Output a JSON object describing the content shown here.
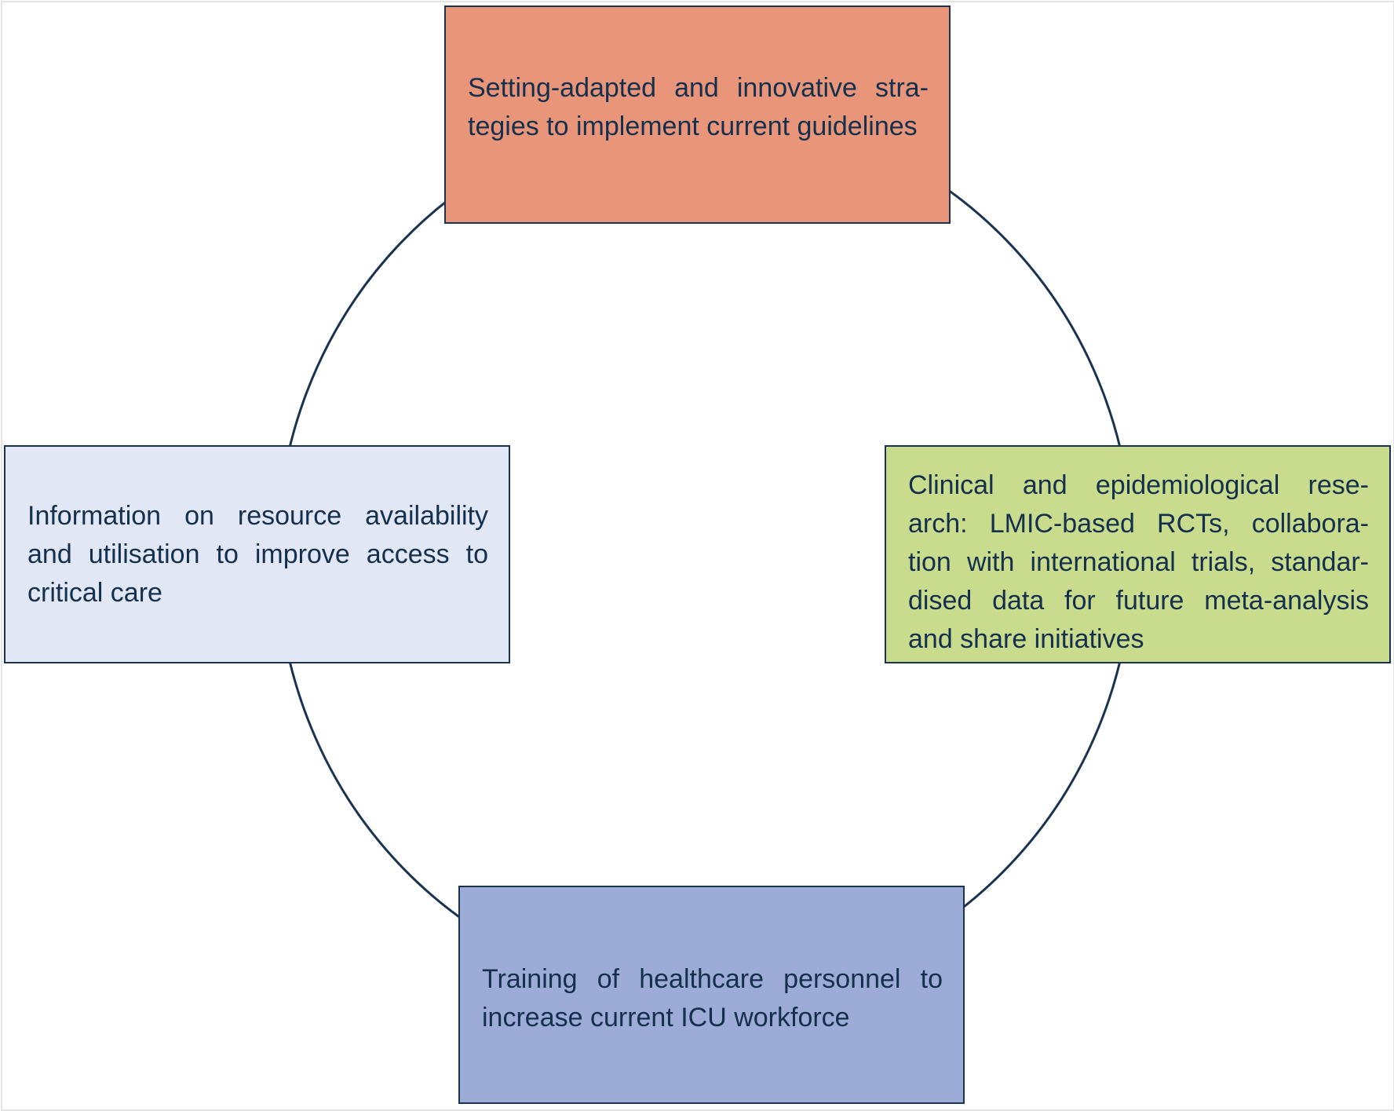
{
  "diagram": {
    "ring_color": "#1a3350",
    "boxes": {
      "top": {
        "fill": "#e8957a",
        "lines": [
          "Setting-adapted and innovative stra-",
          "tegies to implement current guidelines"
        ]
      },
      "left": {
        "fill": "#e1e7f5",
        "lines": [
          "Information on resource availability",
          "and utilisation to improve access to",
          "critical care"
        ]
      },
      "right": {
        "fill": "#c9db8c",
        "lines": [
          "Clinical and epidemiological rese-",
          "arch: LMIC-based RCTs, collabora-",
          "tion with international trials, standar-",
          "dised data for future meta-analysis",
          "and share initiatives"
        ]
      },
      "bottom": {
        "fill": "#9dabd7",
        "lines": [
          "Training of healthcare personnel to",
          "increase current ICU workforce"
        ]
      }
    }
  }
}
